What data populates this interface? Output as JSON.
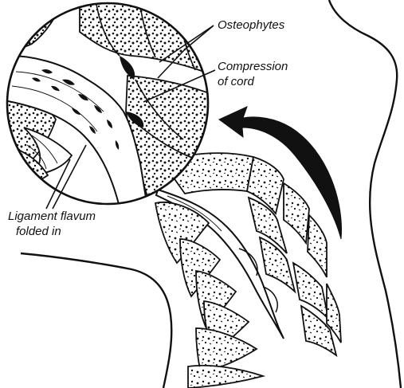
{
  "labels": {
    "osteophytes": "Osteophytes",
    "compression_line1": "Compression",
    "compression_line2": "of cord",
    "ligament_line1": "Ligament flavum",
    "ligament_line2": "folded in"
  },
  "colors": {
    "ink": "#111111",
    "paper": "#ffffff"
  }
}
